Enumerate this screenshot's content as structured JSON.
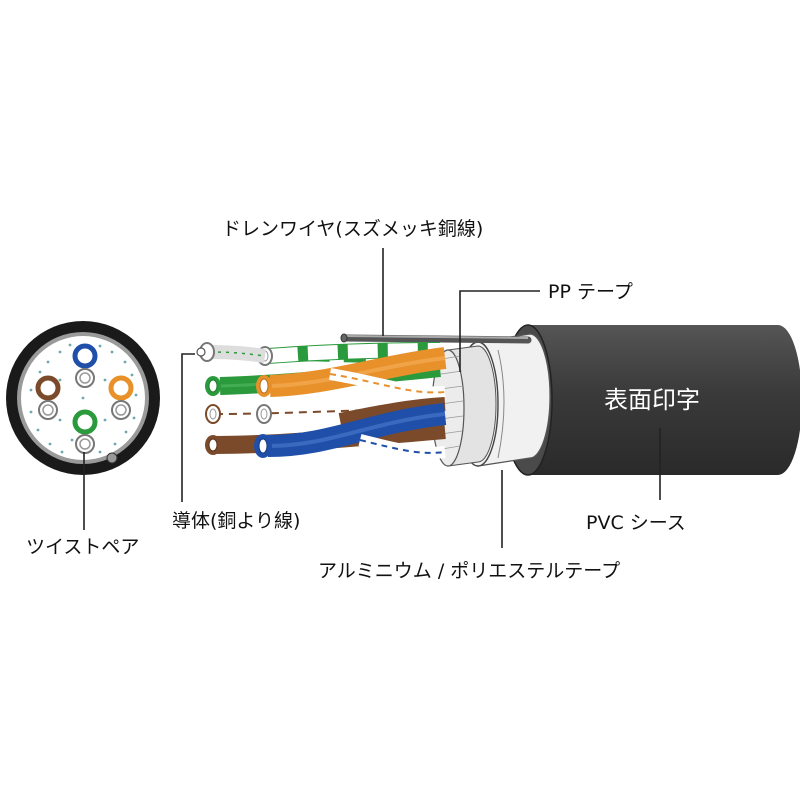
{
  "labels": {
    "drain_wire": "ドレンワイヤ(スズメッキ銅線)",
    "pp_tape": "PP テープ",
    "surface_print": "表面印字",
    "conductor": "導体(銅より線)",
    "pvc_sheath": "PVC シース",
    "twisted_pair": "ツイストペア",
    "foil_tape": "アルミニウム / ポリエステルテープ"
  },
  "colors": {
    "sheath": "#3a3a3a",
    "sheath_end": "#4a4a4a",
    "foil": "#f1f1f1",
    "pp_tape": "#e3e3e3",
    "pair_blue": "#1f4fa8",
    "pair_orange": "#e8902a",
    "pair_green": "#2b9a3c",
    "pair_brown": "#7a4a2a",
    "leader": "#222222"
  },
  "pairs": [
    {
      "color": "orange"
    },
    {
      "color": "green"
    },
    {
      "color": "brown"
    },
    {
      "color": "blue"
    }
  ]
}
